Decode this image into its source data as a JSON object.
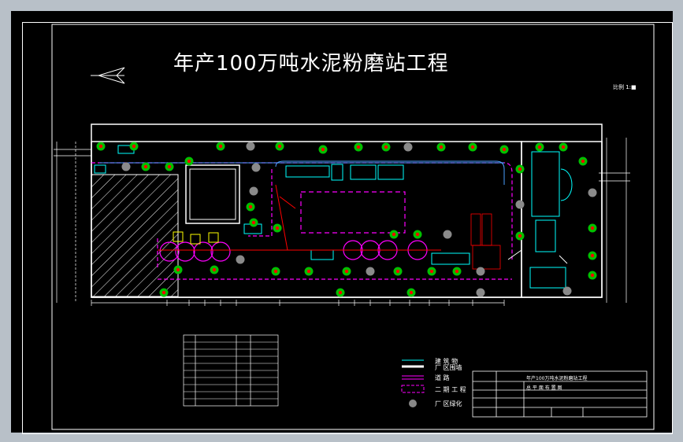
{
  "drawing": {
    "title": "年产100万吨水泥粉磨站工程",
    "scale_label": "比例 1:■"
  },
  "legend": [
    {
      "label": "建 筑 物"
    },
    {
      "label": "厂 区围墙"
    },
    {
      "label": "道  路"
    },
    {
      "label": "二 期 工 程"
    },
    {
      "label": "厂 区绿化"
    }
  ],
  "title_block": {
    "project": "年产100万吨水泥粉磨站工程",
    "drawing_name": "总 平 面 布 置 图"
  },
  "colors": {
    "background": "#000000",
    "frame": "#ffffff",
    "building": "#00ffff",
    "road": "#ff00ff",
    "phase2": "#ff00ff",
    "green": "#00ff00",
    "accent_red": "#ff0000"
  }
}
